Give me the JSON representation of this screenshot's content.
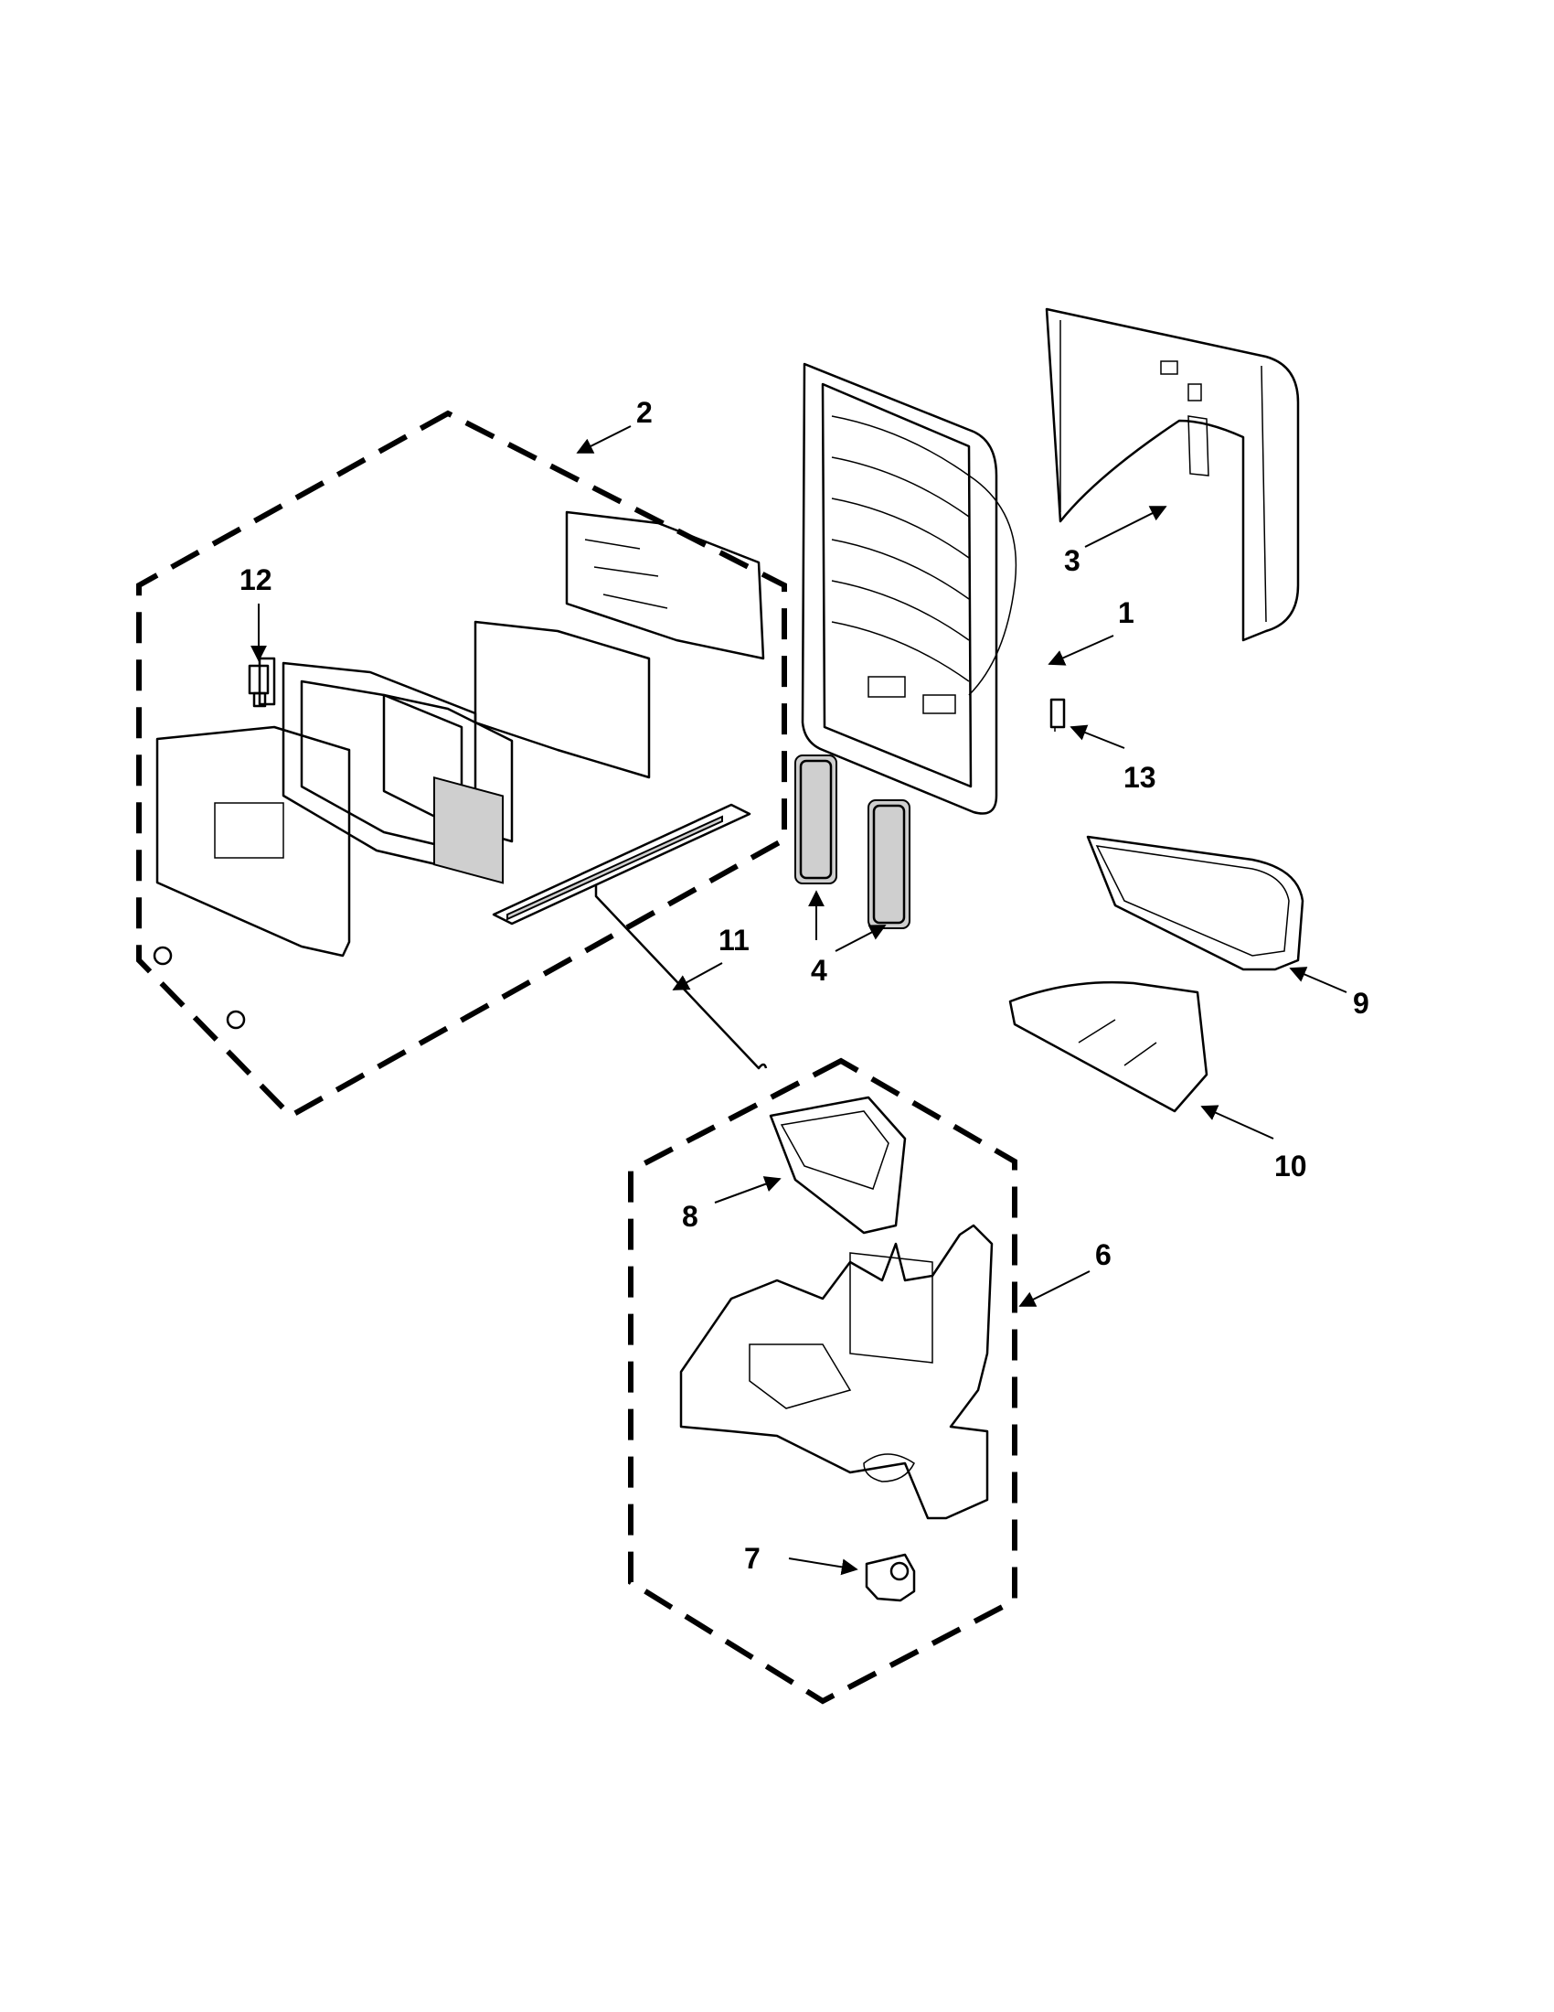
{
  "callouts": {
    "c1": "1",
    "c2": "2",
    "c3": "3",
    "c4": "4",
    "c6": "6",
    "c7": "7",
    "c8": "8",
    "c9": "9",
    "c10": "10",
    "c11": "11",
    "c12": "12",
    "c13": "13"
  }
}
